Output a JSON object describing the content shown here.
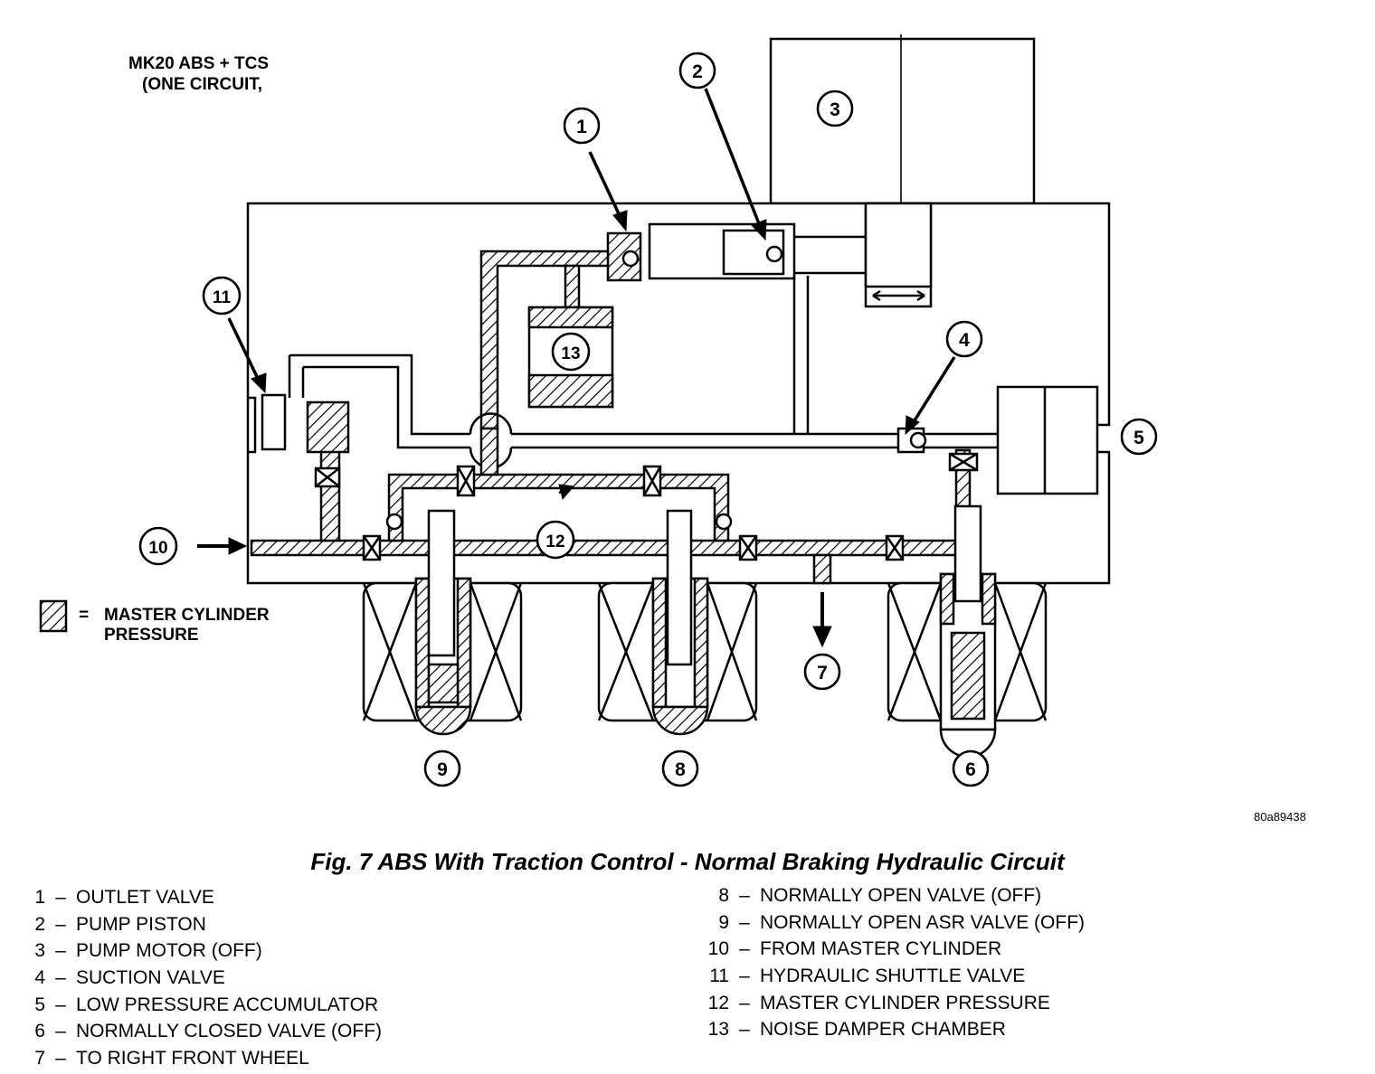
{
  "diagram": {
    "title_line1": "MK20 ABS + TCS",
    "title_line2": "(ONE CIRCUIT,",
    "key_label_line1": "MASTER CYLINDER",
    "key_label_line2": "PRESSURE",
    "key_equals": "=",
    "image_code": "80a89438",
    "callouts": [
      "1",
      "2",
      "3",
      "4",
      "5",
      "6",
      "7",
      "8",
      "9",
      "10",
      "11",
      "12",
      "13"
    ]
  },
  "caption": "Fig. 7 ABS With Traction Control - Normal Braking Hydraulic Circuit",
  "legend": {
    "left": [
      {
        "num": "1",
        "text": "OUTLET VALVE"
      },
      {
        "num": "2",
        "text": "PUMP PISTON"
      },
      {
        "num": "3",
        "text": "PUMP MOTOR (OFF)"
      },
      {
        "num": "4",
        "text": "SUCTION VALVE"
      },
      {
        "num": "5",
        "text": "LOW PRESSURE ACCUMULATOR"
      },
      {
        "num": "6",
        "text": "NORMALLY CLOSED VALVE (OFF)"
      },
      {
        "num": "7",
        "text": "TO RIGHT FRONT WHEEL"
      }
    ],
    "right": [
      {
        "num": "8",
        "text": "NORMALLY OPEN VALVE (OFF)"
      },
      {
        "num": "9",
        "text": "NORMALLY OPEN ASR VALVE (OFF)"
      },
      {
        "num": "10",
        "text": "FROM MASTER CYLINDER"
      },
      {
        "num": "11",
        "text": "HYDRAULIC SHUTTLE VALVE"
      },
      {
        "num": "12",
        "text": "MASTER CYLINDER PRESSURE"
      },
      {
        "num": "13",
        "text": "NOISE DAMPER CHAMBER"
      }
    ],
    "dash": "–"
  }
}
